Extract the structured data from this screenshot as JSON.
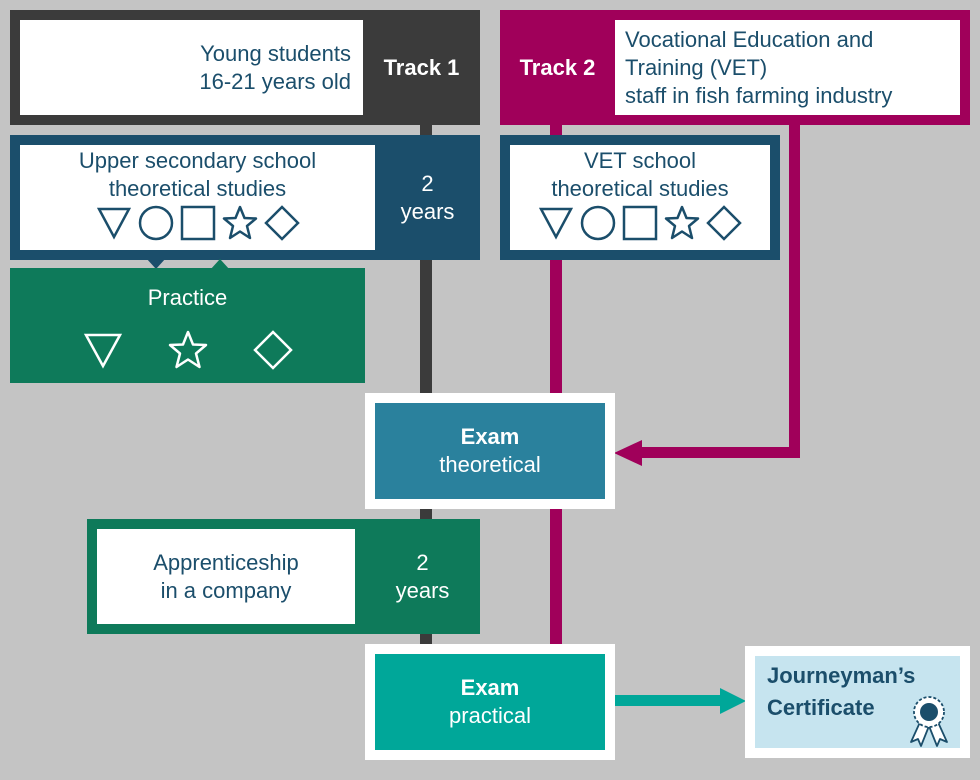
{
  "track1": {
    "label": "Track 1",
    "audience_line1": "Young students",
    "audience_line2": "16-21 years old"
  },
  "track2": {
    "label": "Track 2",
    "audience_line1": "Vocational Education and",
    "audience_line2": "Training (VET)",
    "audience_line3": "staff in fish farming industry"
  },
  "upper_secondary": {
    "line1": "Upper secondary school",
    "line2": "theoretical studies",
    "duration_num": "2",
    "duration_unit": "years",
    "icons": [
      "triangle-down-icon",
      "circle-icon",
      "square-icon",
      "star-icon",
      "diamond-icon"
    ]
  },
  "vet_school": {
    "line1": "VET school",
    "line2": "theoretical studies",
    "icons": [
      "triangle-down-icon",
      "circle-icon",
      "square-icon",
      "star-icon",
      "diamond-icon"
    ]
  },
  "practice": {
    "label": "Practice",
    "icons": [
      "triangle-down-icon",
      "star-icon",
      "diamond-icon"
    ]
  },
  "exam_theoretical": {
    "title": "Exam",
    "subtitle": "theoretical"
  },
  "apprenticeship": {
    "line1": "Apprenticeship",
    "line2": "in a company",
    "duration_num": "2",
    "duration_unit": "years"
  },
  "exam_practical": {
    "title": "Exam",
    "subtitle": "practical"
  },
  "certificate": {
    "line1": "Journeyman’s",
    "line2": "Certificate",
    "icon": "award-ribbon-icon"
  },
  "colors": {
    "background": "#c4c4c4",
    "track1_dark": "#3b3b3b",
    "track2_magenta": "#a0005a",
    "navy": "#1b4e6b",
    "green": "#0e7a5a",
    "teal_blue": "#2a819d",
    "teal": "#00a799",
    "cert_bg": "#c6e4ef"
  }
}
